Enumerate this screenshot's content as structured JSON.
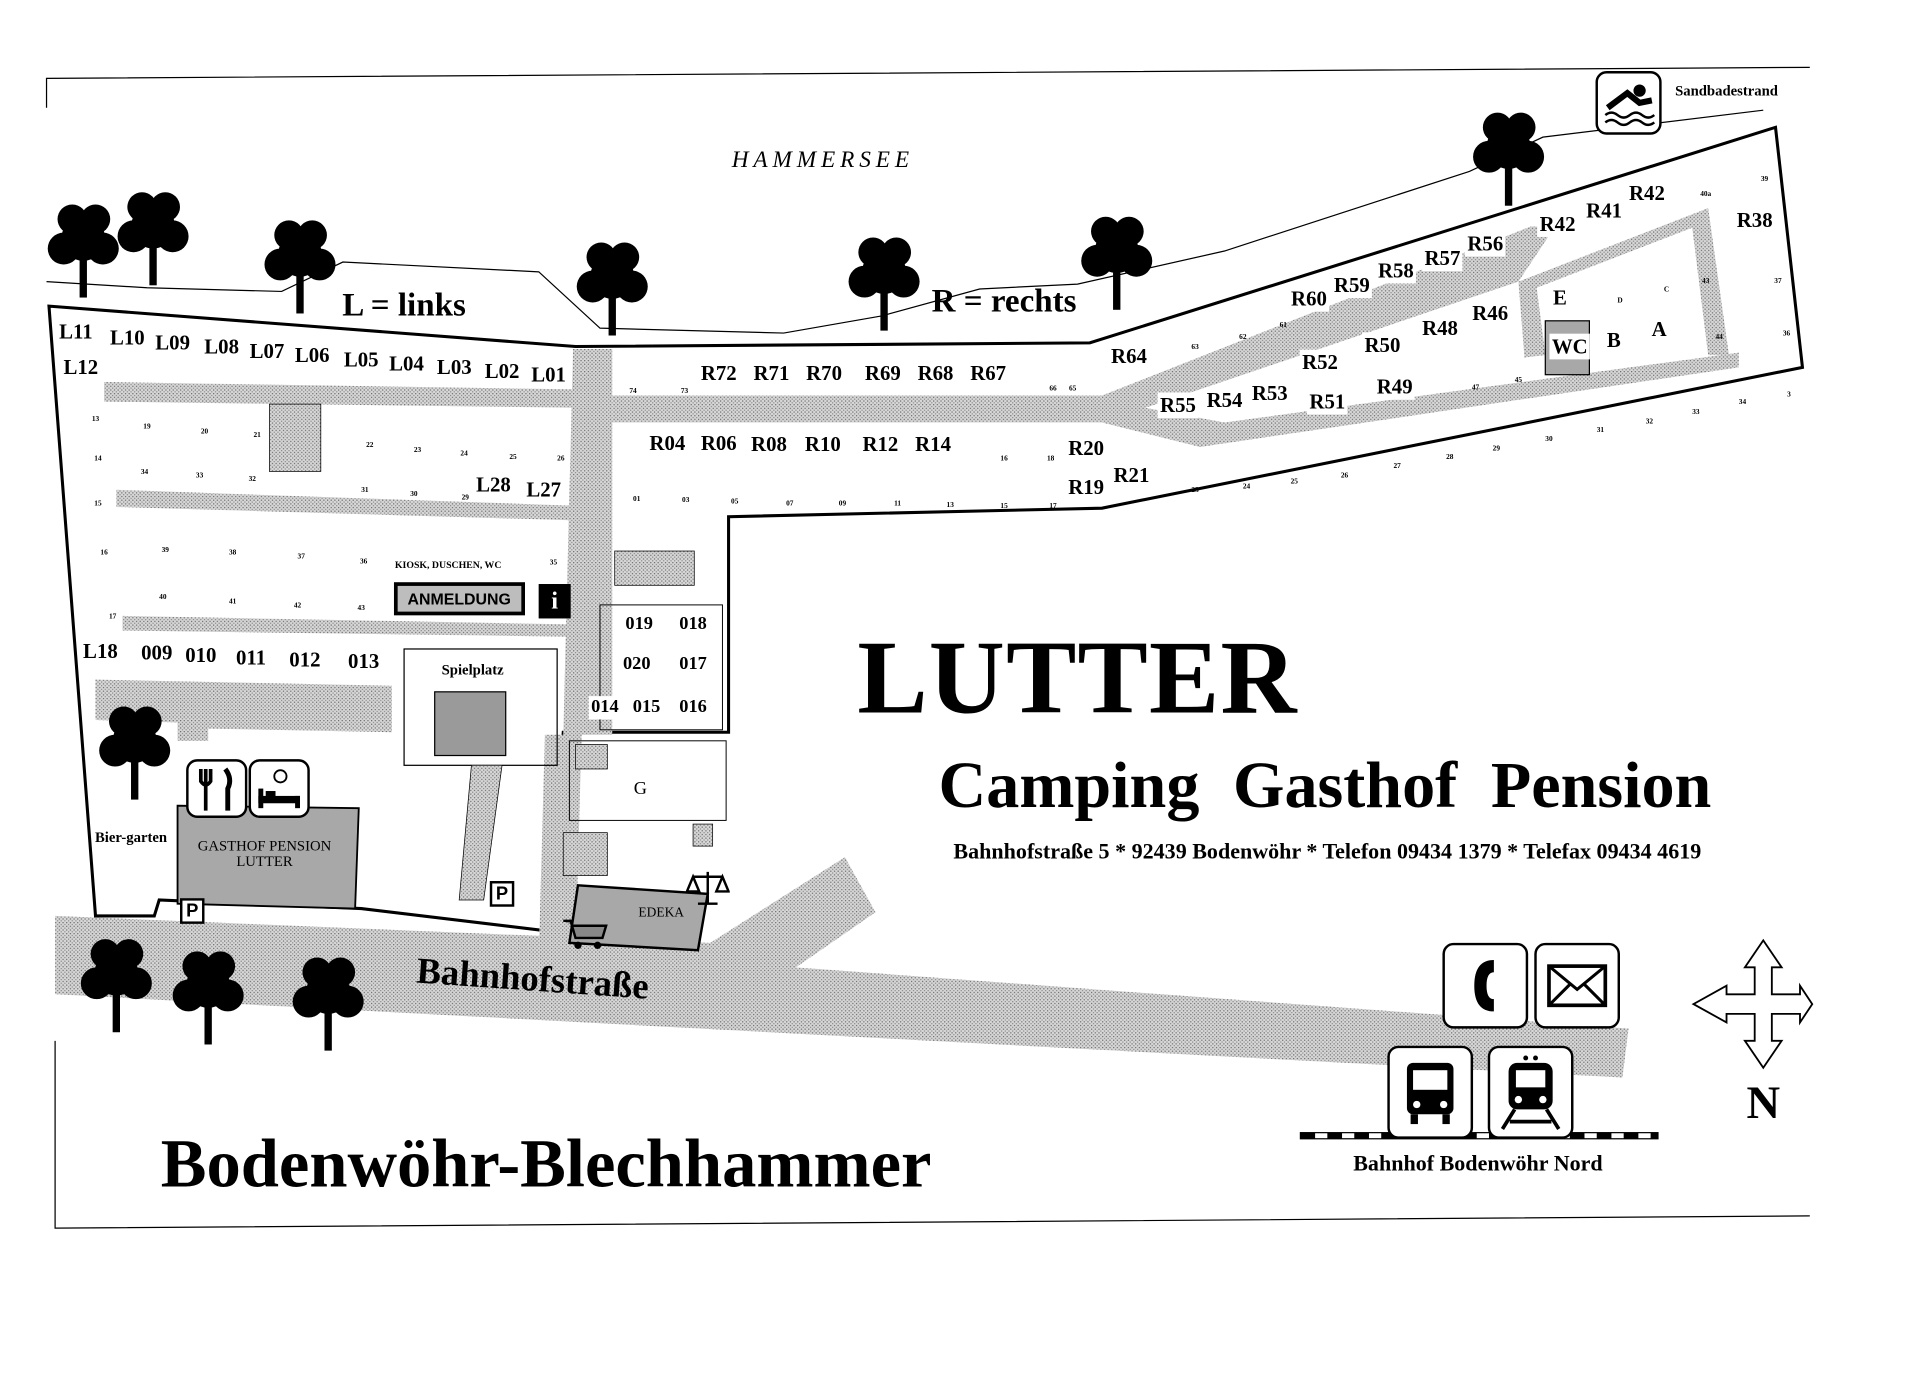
{
  "map": {
    "lake": "HAMMERSEE",
    "left_legend": "L = links",
    "right_legend": "R = rechts",
    "beach": "Sandbadestrand"
  },
  "plots": {
    "large": [
      "L11",
      "L10",
      "L09",
      "L08",
      "L07",
      "L06",
      "L05",
      "L04",
      "L03",
      "L02",
      "L01",
      "L12",
      "L28",
      "L27",
      "L18",
      "009",
      "010",
      "011",
      "012",
      "013",
      "R72",
      "R71",
      "R70",
      "R69",
      "R68",
      "R67",
      "R04",
      "R06",
      "R08",
      "R10",
      "R12",
      "R14",
      "R20",
      "R19",
      "R21",
      "R64",
      "R55",
      "R54",
      "R53",
      "R52",
      "R51",
      "R50",
      "R49",
      "R48",
      "R46",
      "R60",
      "R59",
      "R58",
      "R57",
      "R56",
      "R42",
      "R41",
      "R42",
      "R38",
      "E",
      "WC",
      "B",
      "A"
    ],
    "small": [
      "13",
      "14",
      "15",
      "16",
      "17",
      "19",
      "20",
      "21",
      "34",
      "33",
      "32",
      "22",
      "23",
      "24",
      "25",
      "26",
      "31",
      "30",
      "29",
      "39",
      "38",
      "37",
      "36",
      "35",
      "40",
      "41",
      "42",
      "43",
      "74",
      "73",
      "66",
      "65",
      "16",
      "18",
      "01",
      "03",
      "05",
      "07",
      "09",
      "11",
      "13",
      "15",
      "17",
      "63",
      "62",
      "61",
      "47",
      "45",
      "44",
      "43",
      "40a",
      "39",
      "37",
      "36",
      "D",
      "C",
      "23",
      "24",
      "25",
      "26",
      "27",
      "28",
      "29",
      "30",
      "31",
      "32",
      "33",
      "34",
      "3"
    ],
    "service": [
      "019",
      "018",
      "020",
      "017",
      "014",
      "015",
      "016"
    ]
  },
  "facilities": {
    "kiosk": "KIOSK, DUSCHEN, WC",
    "registration": "ANMELDUNG",
    "info": "i",
    "playground": "Spielplatz",
    "g_area": "G",
    "beer_garden": "Bier-garten",
    "inn": "GASTHOF PENSION LUTTER",
    "parking_1": "P",
    "parking_2": "P",
    "supermarket": "EDEKA",
    "street": "Bahnhofstraße"
  },
  "title": {
    "name": "LUTTER",
    "subtitle": "Camping  Gasthof  Pension",
    "address": "Bahnhofstraße 5 * 92439 Bodenwöhr *  Telefon 09434 1379 *  Telefax 09434 4619",
    "town": "Bodenwöhr-Blechhammer"
  },
  "station": "Bahnhof Bodenwöhr Nord",
  "compass": "N",
  "colors": {
    "road": "#bfbfbf",
    "building": "#a8a8a8",
    "ink": "#000000"
  }
}
